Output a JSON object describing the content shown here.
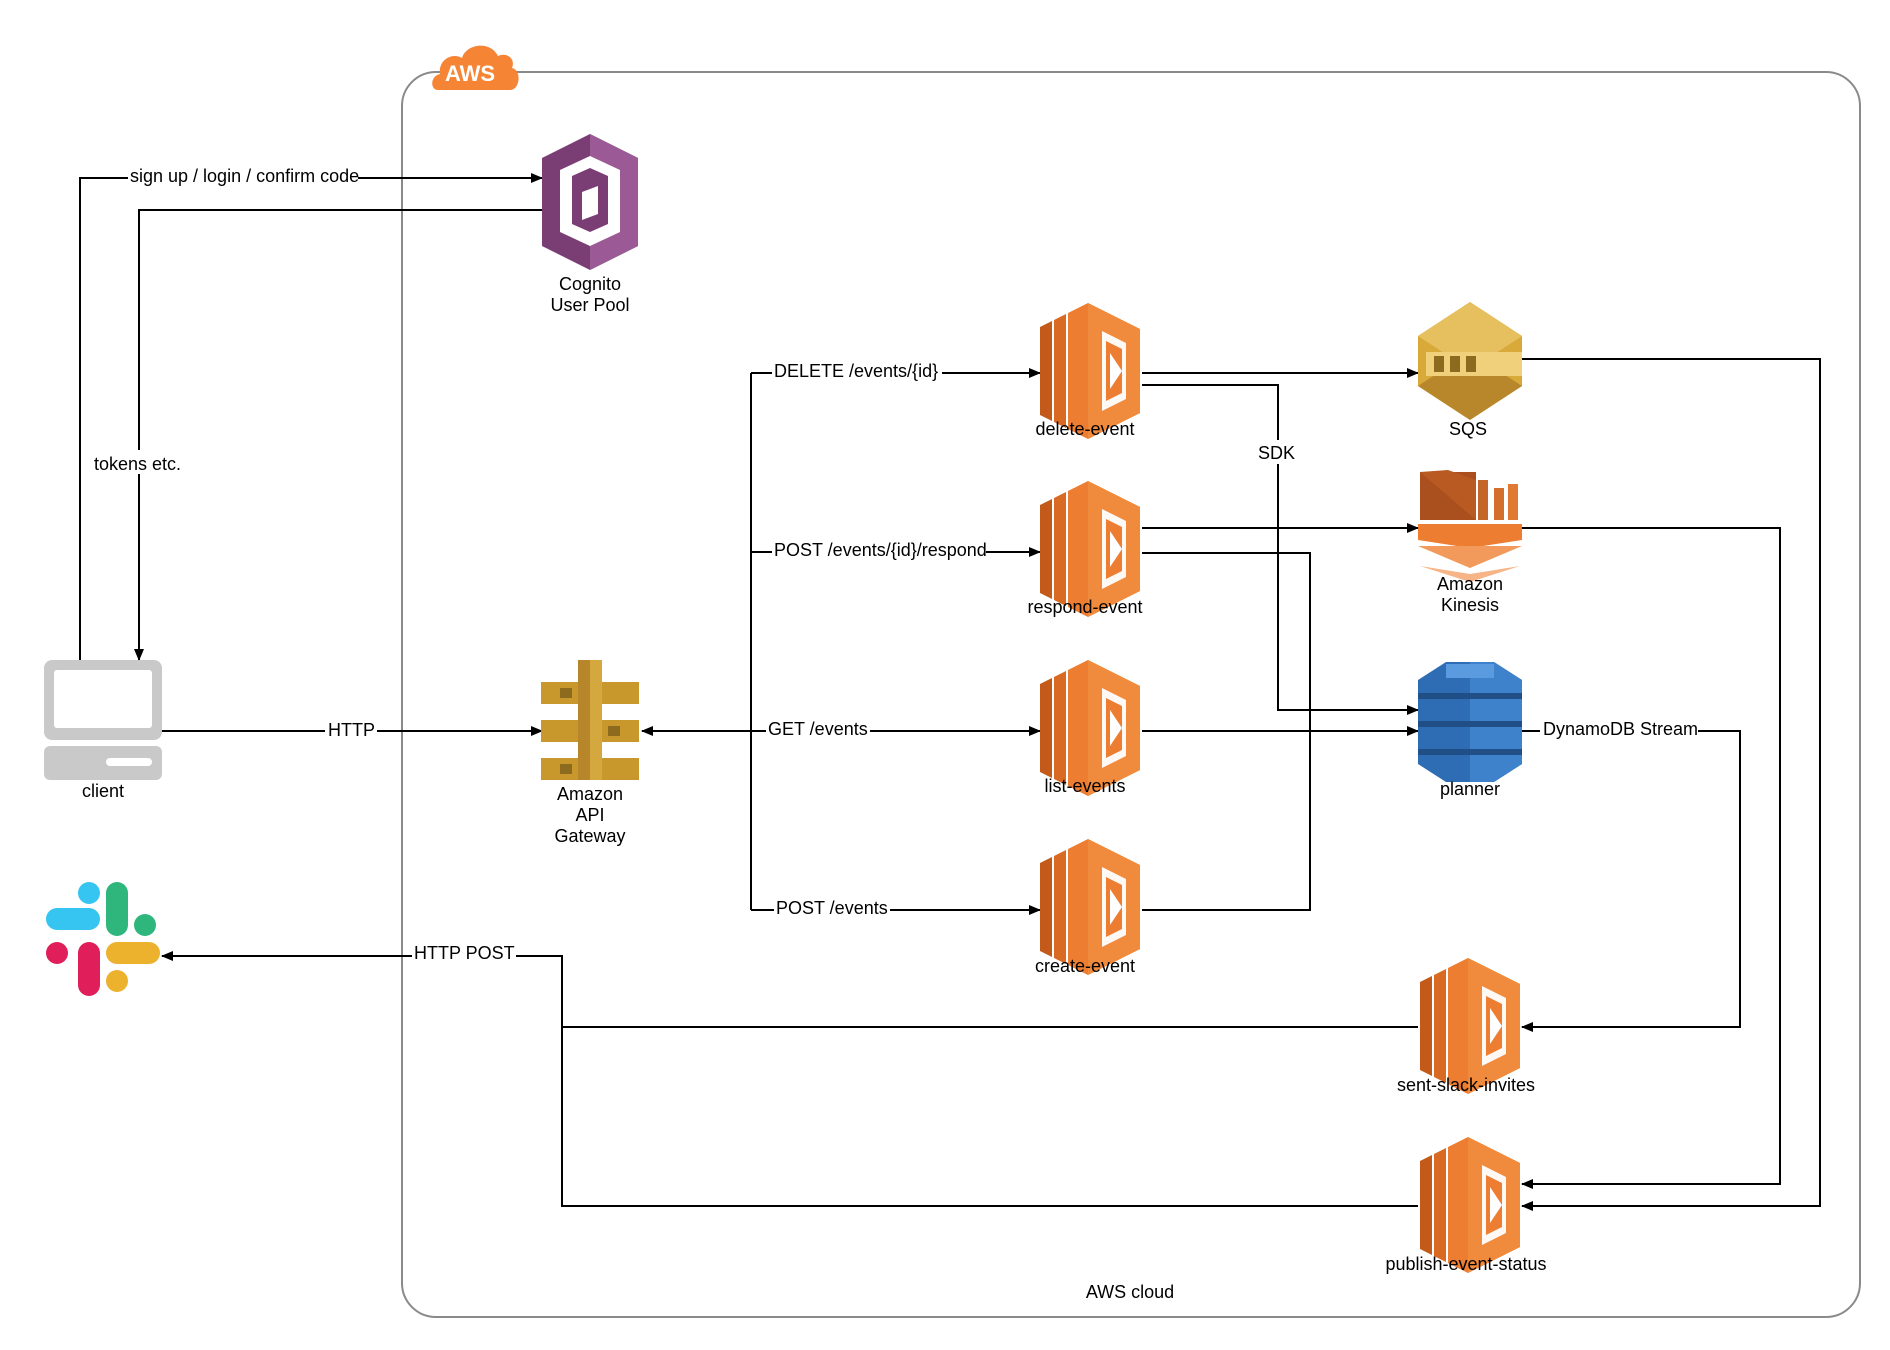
{
  "aws_badge": "AWS",
  "aws_cloud_label": "AWS cloud",
  "nodes": {
    "client": "client",
    "cognito_line1": "Cognito",
    "cognito_line2": "User Pool",
    "apigw_line1": "Amazon",
    "apigw_line2": "API",
    "apigw_line3": "Gateway",
    "delete_event": "delete-event",
    "respond_event": "respond-event",
    "list_events": "list-events",
    "create_event": "create-event",
    "sqs": "SQS",
    "kinesis_line1": "Amazon",
    "kinesis_line2": "Kinesis",
    "planner": "planner",
    "sent_slack_invites": "sent-slack-invites",
    "publish_event_status": "publish-event-status"
  },
  "edges": {
    "signup": "sign up / login / confirm code",
    "tokens": "tokens etc.",
    "http": "HTTP",
    "delete_route": "DELETE /events/{id}",
    "respond_route": "POST /events/{id}/respond",
    "get_route": "GET /events",
    "post_route": "POST /events",
    "sdk": "SDK",
    "dynamodb_stream": "DynamoDB Stream",
    "http_post": "HTTP POST"
  },
  "colors": {
    "lambda": "#ED7D31",
    "lambda_dark": "#C45A1A",
    "cognito": "#7A3E74",
    "apigw": "#C9982D",
    "sqs": "#D9A93A",
    "kinesis": "#ED7D31",
    "dynamodb": "#2E6DB4",
    "aws_orange": "#F58534"
  },
  "icons": {
    "client": "laptop-icon",
    "cognito": "cognito-icon",
    "apigw": "api-gateway-icon",
    "lambda": "lambda-icon",
    "sqs": "sqs-icon",
    "kinesis": "kinesis-icon",
    "dynamodb": "dynamodb-icon",
    "slack": "slack-icon"
  }
}
